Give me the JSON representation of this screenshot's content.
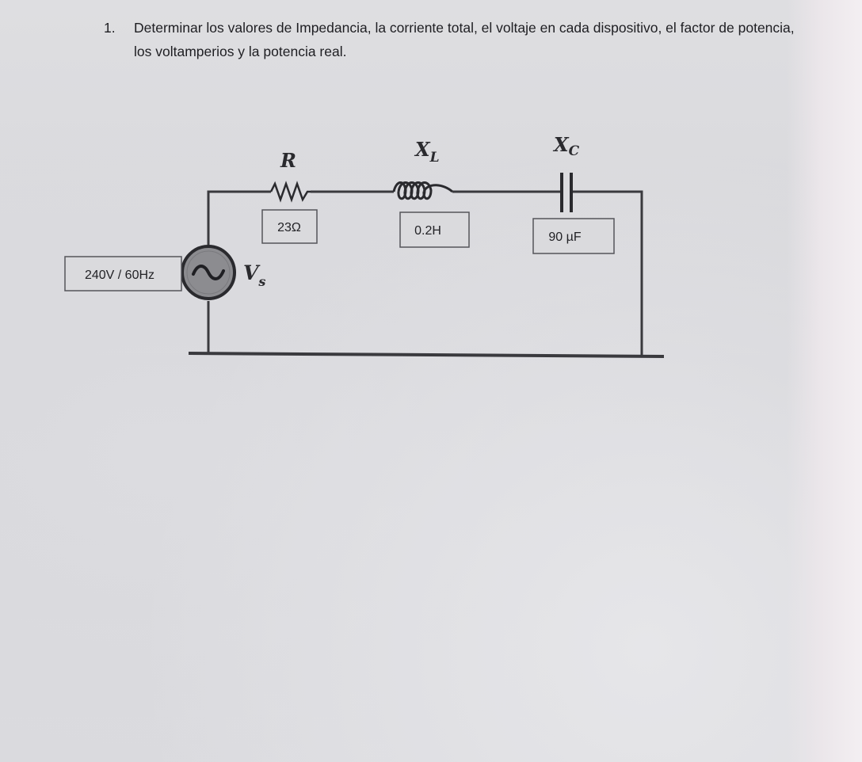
{
  "question": {
    "number": "1.",
    "text": "Determinar los valores de Impedancia, la corriente total, el voltaje en cada dispositivo, el factor de potencia, los voltamperios y la potencia real."
  },
  "circuit": {
    "source": {
      "value_label": "240V / 60Hz",
      "symbol_main": "V",
      "symbol_sub": "s",
      "glyph": "~"
    },
    "resistor": {
      "symbol": "R",
      "value": "23Ω"
    },
    "inductor": {
      "symbol_main": "X",
      "symbol_sub": "L",
      "value": "0.2H"
    },
    "capacitor": {
      "symbol_main": "X",
      "symbol_sub": "C",
      "value": "90 µF"
    },
    "colors": {
      "wire": "#3a3a3e",
      "source_fill": "#8c8c90",
      "box_border": "#55555a"
    }
  }
}
